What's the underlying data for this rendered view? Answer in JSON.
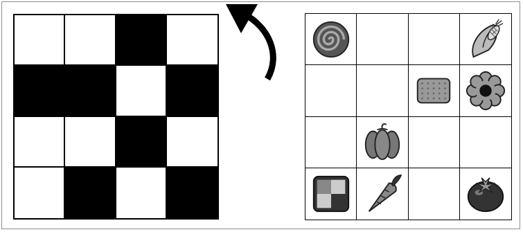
{
  "pattern": {
    "rows": [
      [
        "white",
        "white",
        "black",
        "white"
      ],
      [
        "black",
        "black",
        "white",
        "black"
      ],
      [
        "white",
        "white",
        "black",
        "white"
      ],
      [
        "white",
        "black",
        "white",
        "black"
      ]
    ]
  },
  "arrow": {
    "icon": "rotate-arrow-icon",
    "direction": "counterclockwise"
  },
  "icon_grid": {
    "rows": [
      [
        "swirl-candy-icon",
        "",
        "",
        "corn-icon"
      ],
      [
        "",
        "",
        "cracker-icon",
        "flower-icon"
      ],
      [
        "",
        "bell-pepper-icon",
        "",
        ""
      ],
      [
        "checkered-square-icon",
        "carrot-icon",
        "",
        "tomato-icon"
      ]
    ]
  }
}
